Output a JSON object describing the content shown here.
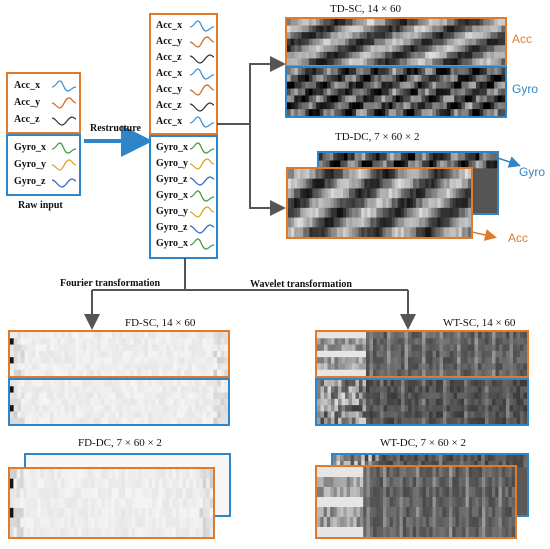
{
  "raw": {
    "acc": [
      {
        "label": "Acc_x",
        "color": "#3a8fd0"
      },
      {
        "label": "Acc_y",
        "color": "#d0642a"
      },
      {
        "label": "Acc_z",
        "color": "#333333"
      }
    ],
    "gyro": [
      {
        "label": "Gyro_x",
        "color": "#3a9a3a"
      },
      {
        "label": "Gyro_y",
        "color": "#e0a020"
      },
      {
        "label": "Gyro_z",
        "color": "#2a66c0"
      }
    ],
    "caption": "Raw input"
  },
  "restructure": {
    "label": "Restructure",
    "acc": [
      {
        "label": "Acc_x",
        "color": "#3a8fd0"
      },
      {
        "label": "Acc_y",
        "color": "#d0642a"
      },
      {
        "label": "Acc_z",
        "color": "#333333"
      },
      {
        "label": "Acc_x",
        "color": "#3a8fd0"
      },
      {
        "label": "Acc_y",
        "color": "#d0642a"
      },
      {
        "label": "Acc_z",
        "color": "#333333"
      },
      {
        "label": "Acc_x",
        "color": "#3a8fd0"
      }
    ],
    "gyro": [
      {
        "label": "Gyro_x",
        "color": "#3a9a3a"
      },
      {
        "label": "Gyro_y",
        "color": "#e0a020"
      },
      {
        "label": "Gyro_z",
        "color": "#2a66c0"
      },
      {
        "label": "Gyro_x",
        "color": "#3a9a3a"
      },
      {
        "label": "Gyro_y",
        "color": "#e0a020"
      },
      {
        "label": "Gyro_z",
        "color": "#2a66c0"
      },
      {
        "label": "Gyro_x",
        "color": "#3a9a3a"
      }
    ]
  },
  "panels": {
    "td_sc": {
      "title": "TD-SC, 14 × 60",
      "acc_label": "Acc",
      "gyro_label": "Gyro"
    },
    "td_dc": {
      "title": "TD-DC, 7 × 60 × 2",
      "acc_label": "Acc",
      "gyro_label": "Gyro"
    },
    "fd_sc": {
      "title": "FD-SC, 14 × 60"
    },
    "fd_dc": {
      "title": "FD-DC, 7 × 60 × 2"
    },
    "wt_sc": {
      "title": "WT-SC, 14 × 60"
    },
    "wt_dc": {
      "title": "WT-DC, 7 × 60 × 2"
    }
  },
  "branches": {
    "fourier": "Fourier transformation",
    "wavelet": "Wavelet transformation"
  },
  "colors": {
    "acc": "#e07b2e",
    "gyro": "#2e86c8",
    "arrow": "#555555",
    "restructure_arrow": "#2e86c8"
  }
}
